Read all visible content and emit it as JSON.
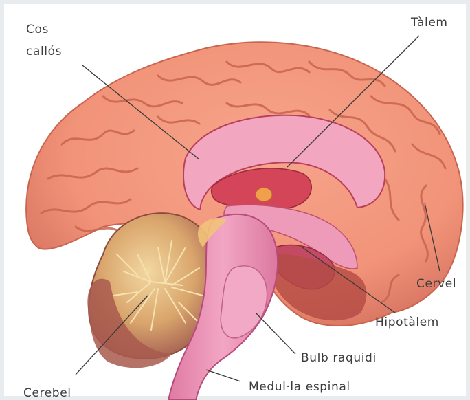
{
  "labels": {
    "corpus_callosum_line1": "Cos",
    "corpus_callosum_line2": "callós",
    "thalamus": "Tàlem",
    "cerebrum": "Cervel",
    "hypothalamus": "Hipotàlem",
    "medulla": "Bulb raquidi",
    "spinal_cord": "Medul·la espinal",
    "cerebellum": "Cerebel"
  },
  "colors": {
    "cortex": "#f19378",
    "cortex_shadow": "#c9644f",
    "inner": "#ef9fb4",
    "brainstem": "#e98cb2",
    "cerebellum_tree": "#e9c07a",
    "cerebellum_dark": "#b86a5e",
    "accent_dark": "#c93d46"
  }
}
